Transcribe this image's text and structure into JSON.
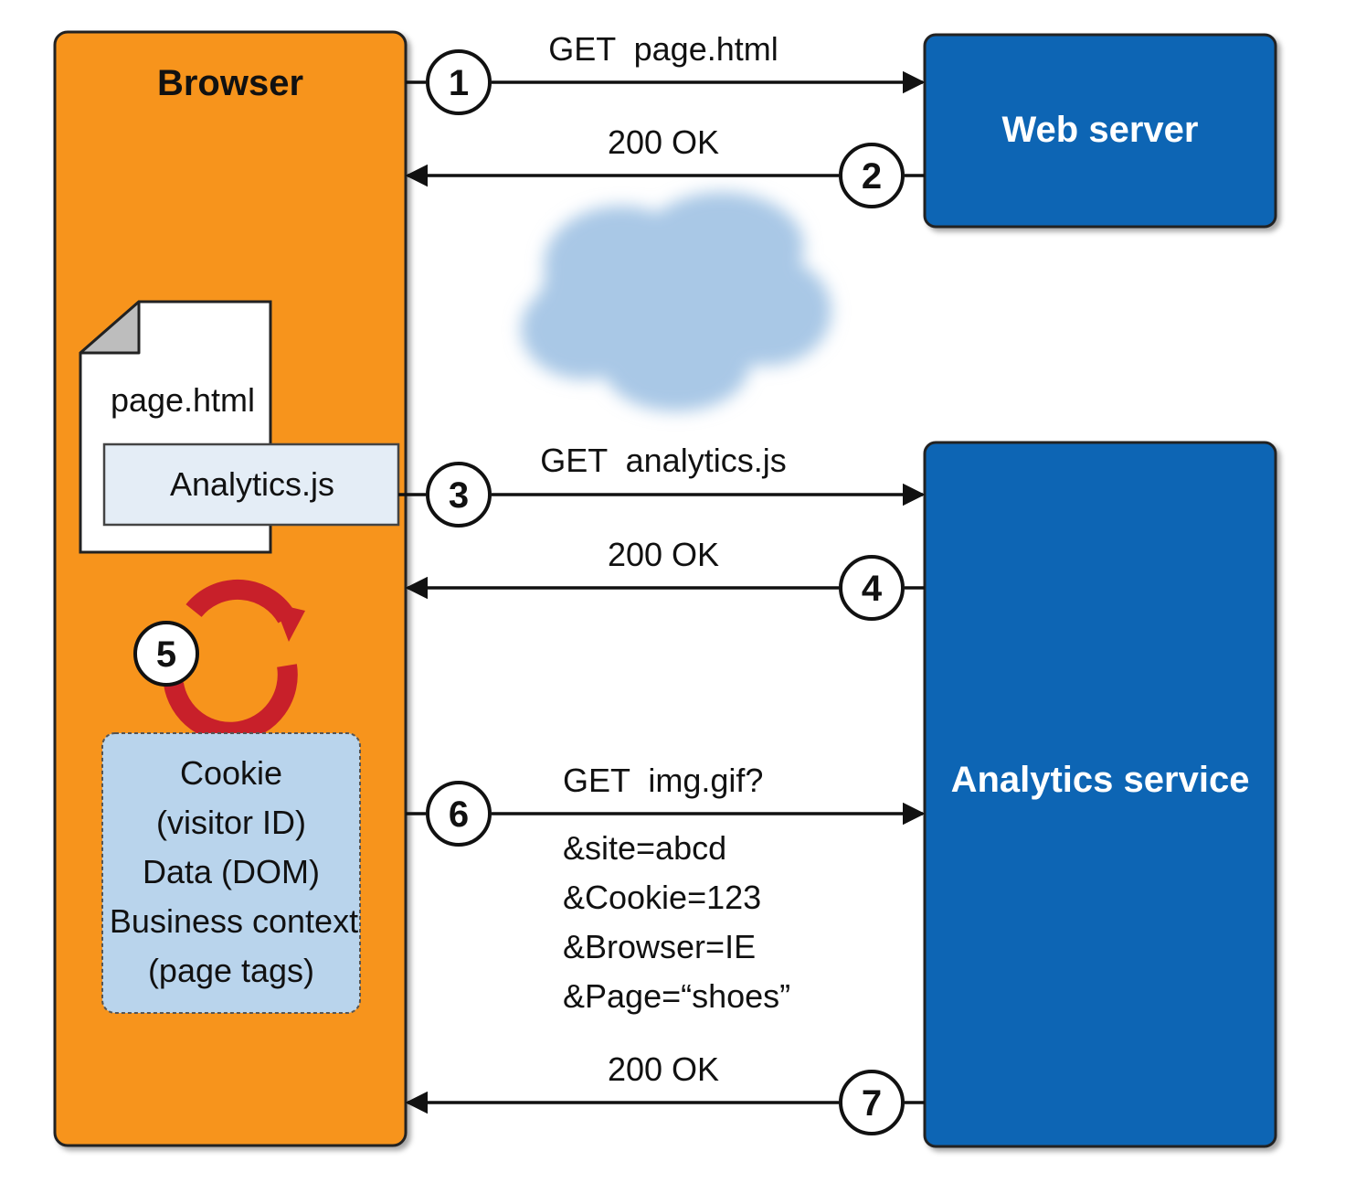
{
  "colors": {
    "browser": "#F7941D",
    "server": "#0F65B4",
    "cloud": "#A9C8E6",
    "page": "#FFFFFF",
    "script_box": "#E4EDF6",
    "data_box": "#B9D4EC",
    "refresh": "#C8202A",
    "line": "#111111"
  },
  "nodes": {
    "browser": "Browser",
    "web_server": "Web server",
    "analytics_service": "Analytics service",
    "page_doc": "page.html",
    "script": "Analytics.js",
    "data_lines": [
      "Cookie",
      "(visitor ID)",
      "Data (DOM)",
      "Business context",
      "(page tags)"
    ]
  },
  "steps": [
    {
      "n": "1",
      "label": "GET  page.html",
      "direction": "right"
    },
    {
      "n": "2",
      "label": "200 OK",
      "direction": "left"
    },
    {
      "n": "3",
      "label": "GET  analytics.js",
      "direction": "right"
    },
    {
      "n": "4",
      "label": "200 OK",
      "direction": "left"
    },
    {
      "n": "5",
      "label": "",
      "direction": "loop"
    },
    {
      "n": "6",
      "label": "GET  img.gif?",
      "direction": "right"
    },
    {
      "n": "7",
      "label": "200 OK",
      "direction": "left"
    }
  ],
  "query_params": [
    "&site=abcd",
    "&Cookie=123",
    "&Browser=IE",
    "&Page=“shoes”"
  ],
  "icons": [
    "cloud-icon",
    "refresh-icon",
    "document-icon"
  ]
}
